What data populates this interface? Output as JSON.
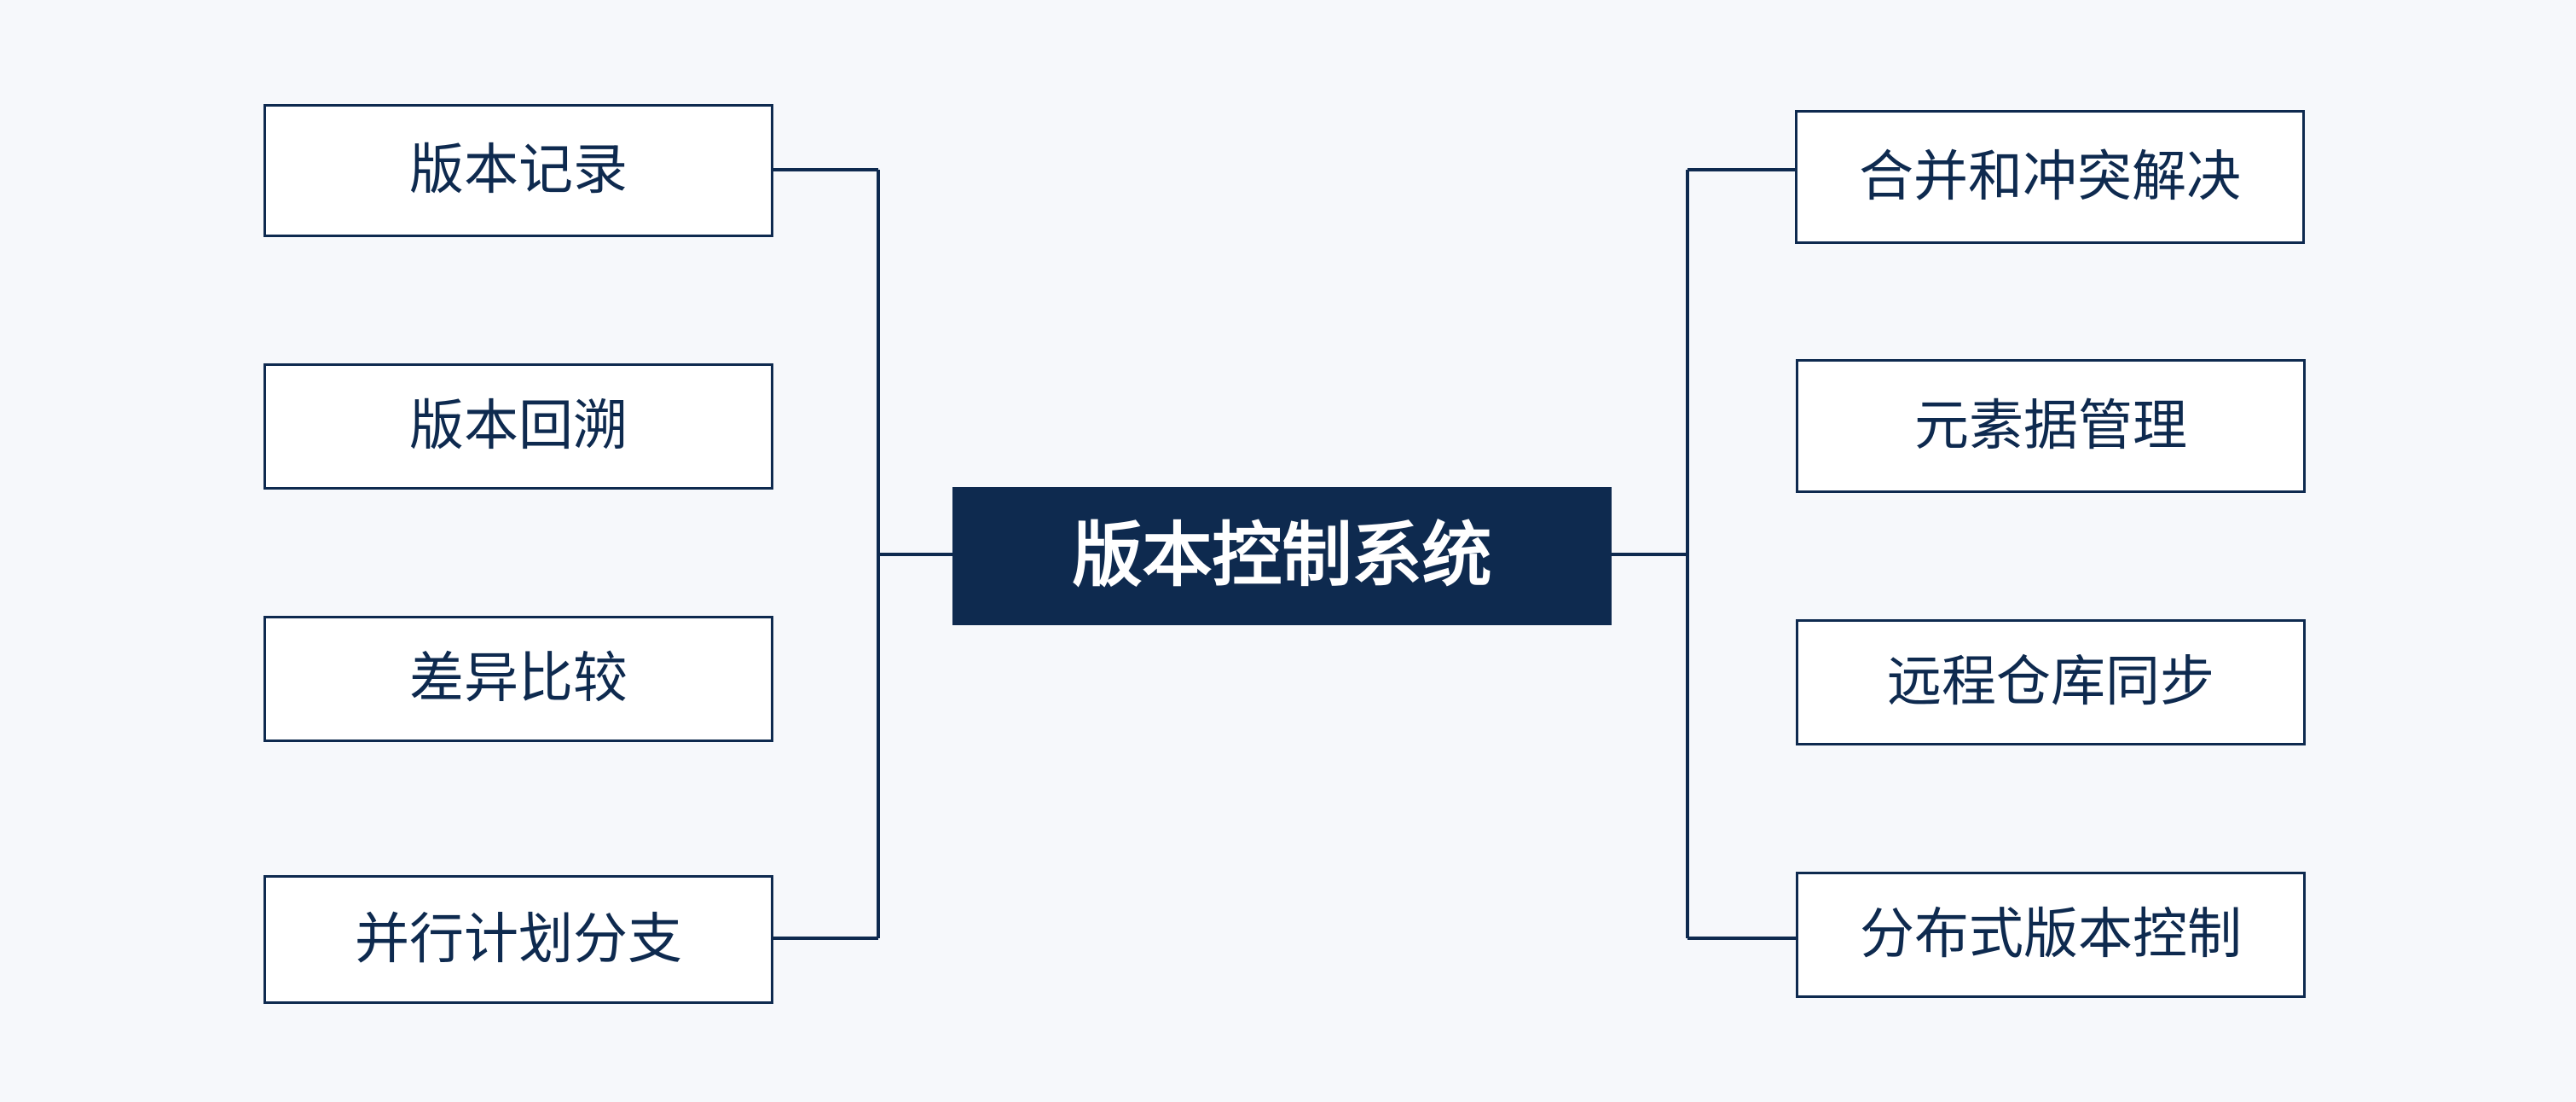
{
  "center": {
    "label": "版本控制系统"
  },
  "left_branches": [
    {
      "label": "版本记录"
    },
    {
      "label": "版本回溯"
    },
    {
      "label": "差异比较"
    },
    {
      "label": "并行计划分支"
    }
  ],
  "right_branches": [
    {
      "label": "合并和冲突解决"
    },
    {
      "label": "元素据管理"
    },
    {
      "label": "远程仓库同步"
    },
    {
      "label": "分布式版本控制"
    }
  ],
  "colors": {
    "background": "#f6f8fb",
    "accent": "#0e2a4f",
    "node_fill": "#ffffff",
    "center_text": "#ffffff"
  }
}
